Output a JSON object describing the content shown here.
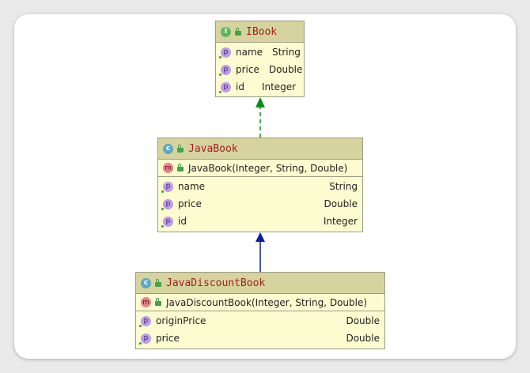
{
  "diagram": {
    "interface": {
      "title": "IBook",
      "badge": "I",
      "fields": [
        {
          "badge": "p",
          "name": "name",
          "type": "String"
        },
        {
          "badge": "p",
          "name": "price",
          "type": "Double"
        },
        {
          "badge": "p",
          "name": "id",
          "type": "Integer"
        }
      ]
    },
    "java_book": {
      "title": "JavaBook",
      "badge": "c",
      "constructor_badge": "m",
      "constructor": "JavaBook(Integer, String, Double)",
      "fields": [
        {
          "badge": "p",
          "name": "name",
          "type": "String"
        },
        {
          "badge": "p",
          "name": "price",
          "type": "Double"
        },
        {
          "badge": "p",
          "name": "id",
          "type": "Integer"
        }
      ]
    },
    "java_discount_book": {
      "title": "JavaDiscountBook",
      "badge": "c",
      "constructor_badge": "m",
      "constructor": "JavaDiscountBook(Integer, String, Double)",
      "fields": [
        {
          "badge": "p",
          "name": "originPrice",
          "type": "Double"
        },
        {
          "badge": "p",
          "name": "price",
          "type": "Double"
        }
      ]
    },
    "colors": {
      "implements_arrow": "#0e8a16",
      "extends_arrow": "#0f1b9e",
      "class_header": "#d6d39f",
      "class_body": "#fdfcd0",
      "title_text": "#a0221c"
    }
  }
}
